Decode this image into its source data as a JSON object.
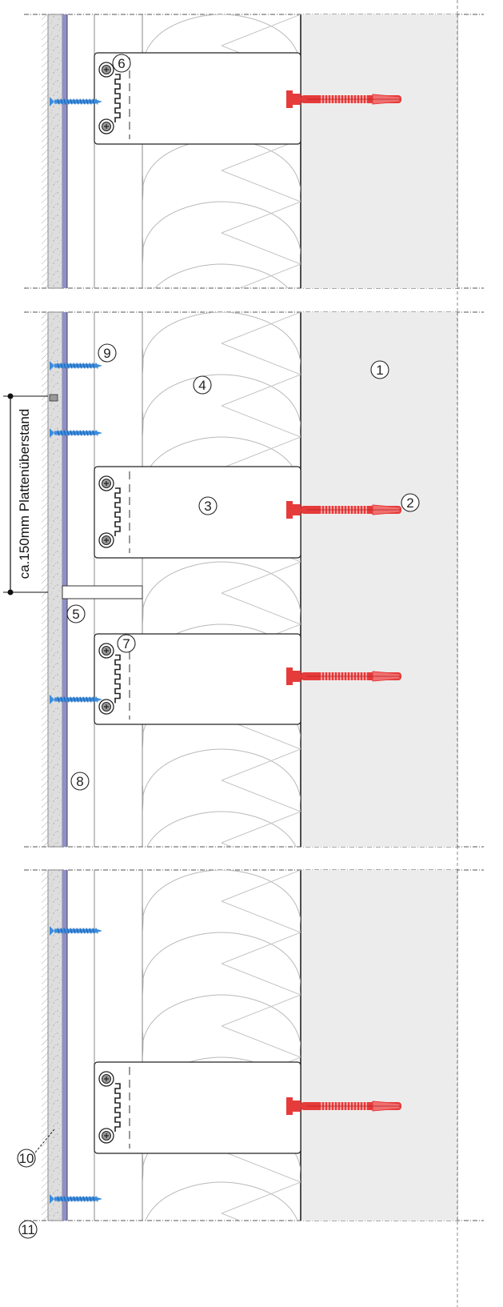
{
  "dimension": {
    "label": "ca.150mm Plattenüberstand"
  },
  "callouts": [
    {
      "id": "1",
      "text": "1"
    },
    {
      "id": "2",
      "text": "2"
    },
    {
      "id": "3",
      "text": "3"
    },
    {
      "id": "4",
      "text": "4"
    },
    {
      "id": "5",
      "text": "5"
    },
    {
      "id": "6",
      "text": "6"
    },
    {
      "id": "7",
      "text": "7"
    },
    {
      "id": "8",
      "text": "8"
    },
    {
      "id": "9",
      "text": "9"
    },
    {
      "id": "10",
      "text": "10"
    },
    {
      "id": "11",
      "text": "11"
    }
  ],
  "colors": {
    "line": "#333333",
    "concrete": "#ececec",
    "plaster": "#d9d9d9",
    "board": "#e4e4e4",
    "membrane": "#8f8fc9",
    "screw": "#3b8de0",
    "anchor": "#e63b3b",
    "hatch": "#9a9a9a"
  },
  "icons": {
    "screw": "blue-screw-icon",
    "anchor": "red-anchor-icon",
    "bolt": "bolt-head-icon"
  }
}
